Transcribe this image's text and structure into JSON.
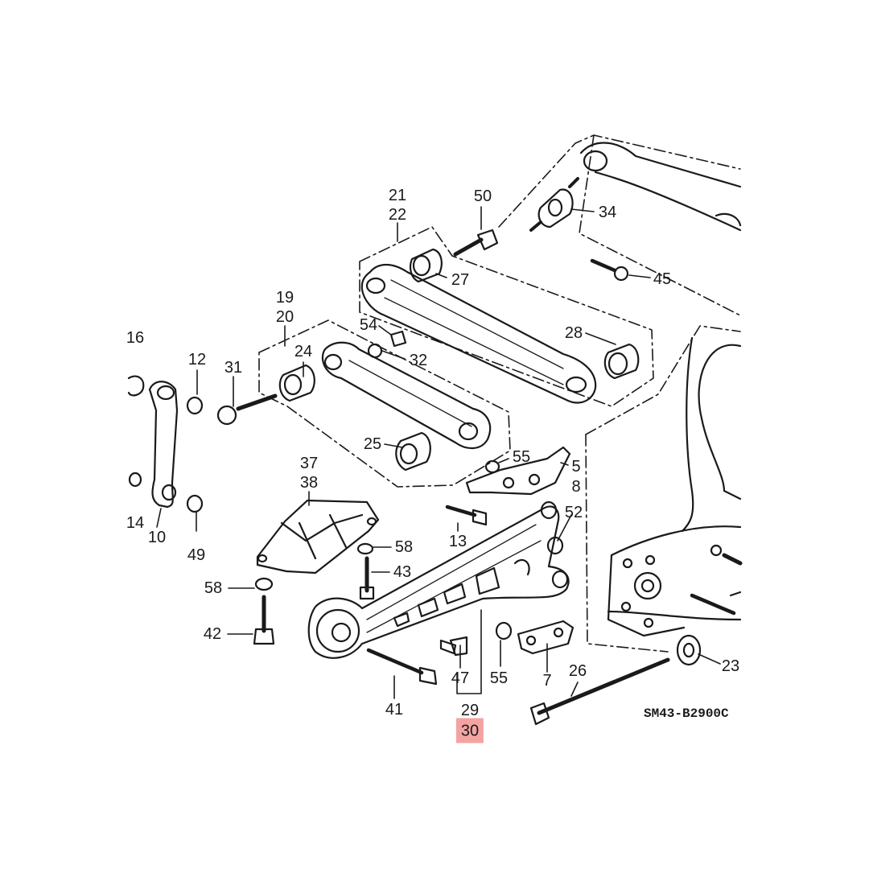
{
  "diagram": {
    "code": "SM43-B2900C",
    "highlight_color": "#f4a3a3",
    "callouts": [
      {
        "id": "c16",
        "text": "16"
      },
      {
        "id": "c12",
        "text": "12"
      },
      {
        "id": "c31",
        "text": "31"
      },
      {
        "id": "c19",
        "text": "19"
      },
      {
        "id": "c20",
        "text": "20"
      },
      {
        "id": "c24",
        "text": "24"
      },
      {
        "id": "c21",
        "text": "21"
      },
      {
        "id": "c22",
        "text": "22"
      },
      {
        "id": "c50",
        "text": "50"
      },
      {
        "id": "c34",
        "text": "34"
      },
      {
        "id": "c27",
        "text": "27"
      },
      {
        "id": "c45",
        "text": "45"
      },
      {
        "id": "c54",
        "text": "54"
      },
      {
        "id": "c32",
        "text": "32"
      },
      {
        "id": "c28",
        "text": "28"
      },
      {
        "id": "c25",
        "text": "25"
      },
      {
        "id": "c55a",
        "text": "55"
      },
      {
        "id": "c5",
        "text": "5"
      },
      {
        "id": "c8",
        "text": "8"
      },
      {
        "id": "c37",
        "text": "37"
      },
      {
        "id": "c38",
        "text": "38"
      },
      {
        "id": "c14",
        "text": "14"
      },
      {
        "id": "c10",
        "text": "10"
      },
      {
        "id": "c49",
        "text": "49"
      },
      {
        "id": "c52",
        "text": "52"
      },
      {
        "id": "c13",
        "text": "13"
      },
      {
        "id": "c58a",
        "text": "58"
      },
      {
        "id": "c43",
        "text": "43"
      },
      {
        "id": "c58b",
        "text": "58"
      },
      {
        "id": "c42",
        "text": "42"
      },
      {
        "id": "c47",
        "text": "47"
      },
      {
        "id": "c55b",
        "text": "55"
      },
      {
        "id": "c7",
        "text": "7"
      },
      {
        "id": "c26",
        "text": "26"
      },
      {
        "id": "c23",
        "text": "23"
      },
      {
        "id": "c41",
        "text": "41"
      },
      {
        "id": "c29",
        "text": "29"
      },
      {
        "id": "c30",
        "text": "30",
        "highlighted": true
      }
    ]
  }
}
